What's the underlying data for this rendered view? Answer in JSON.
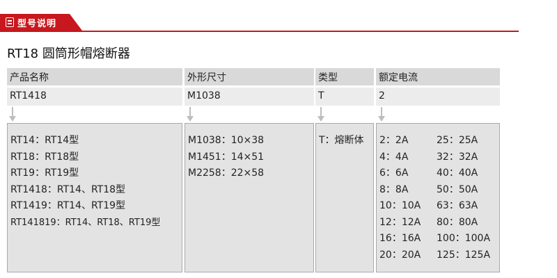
{
  "header": {
    "title": "型号说明"
  },
  "page_title": "RT18 圆筒形帽熔断器",
  "columns": [
    {
      "header": "产品名称",
      "value": "RT1418"
    },
    {
      "header": "外形尺寸",
      "value": "M1038"
    },
    {
      "header": "类型",
      "value": "T"
    },
    {
      "header": "额定电流",
      "value": "2"
    }
  ],
  "product_names": [
    "RT14：RT14型",
    "RT18：RT18型",
    "RT19：RT19型",
    "RT1418：RT14、RT18型",
    "RT1419：RT14、RT19型",
    "RT141819：RT14、RT18、RT19型"
  ],
  "dimensions": [
    "M1038：10×38",
    "M1451：14×51",
    "M2258：22×58"
  ],
  "types": [
    "T：熔断体"
  ],
  "ratings": [
    [
      "2：2A",
      "25：25A"
    ],
    [
      "4：4A",
      "32：32A"
    ],
    [
      "6：6A",
      "40：40A"
    ],
    [
      "8：8A",
      "50：50A"
    ],
    [
      "10：10A",
      "63：63A"
    ],
    [
      "12：12A",
      "80：80A"
    ],
    [
      "16：16A",
      "100：100A"
    ],
    [
      "20：20A",
      "125：125A"
    ]
  ]
}
